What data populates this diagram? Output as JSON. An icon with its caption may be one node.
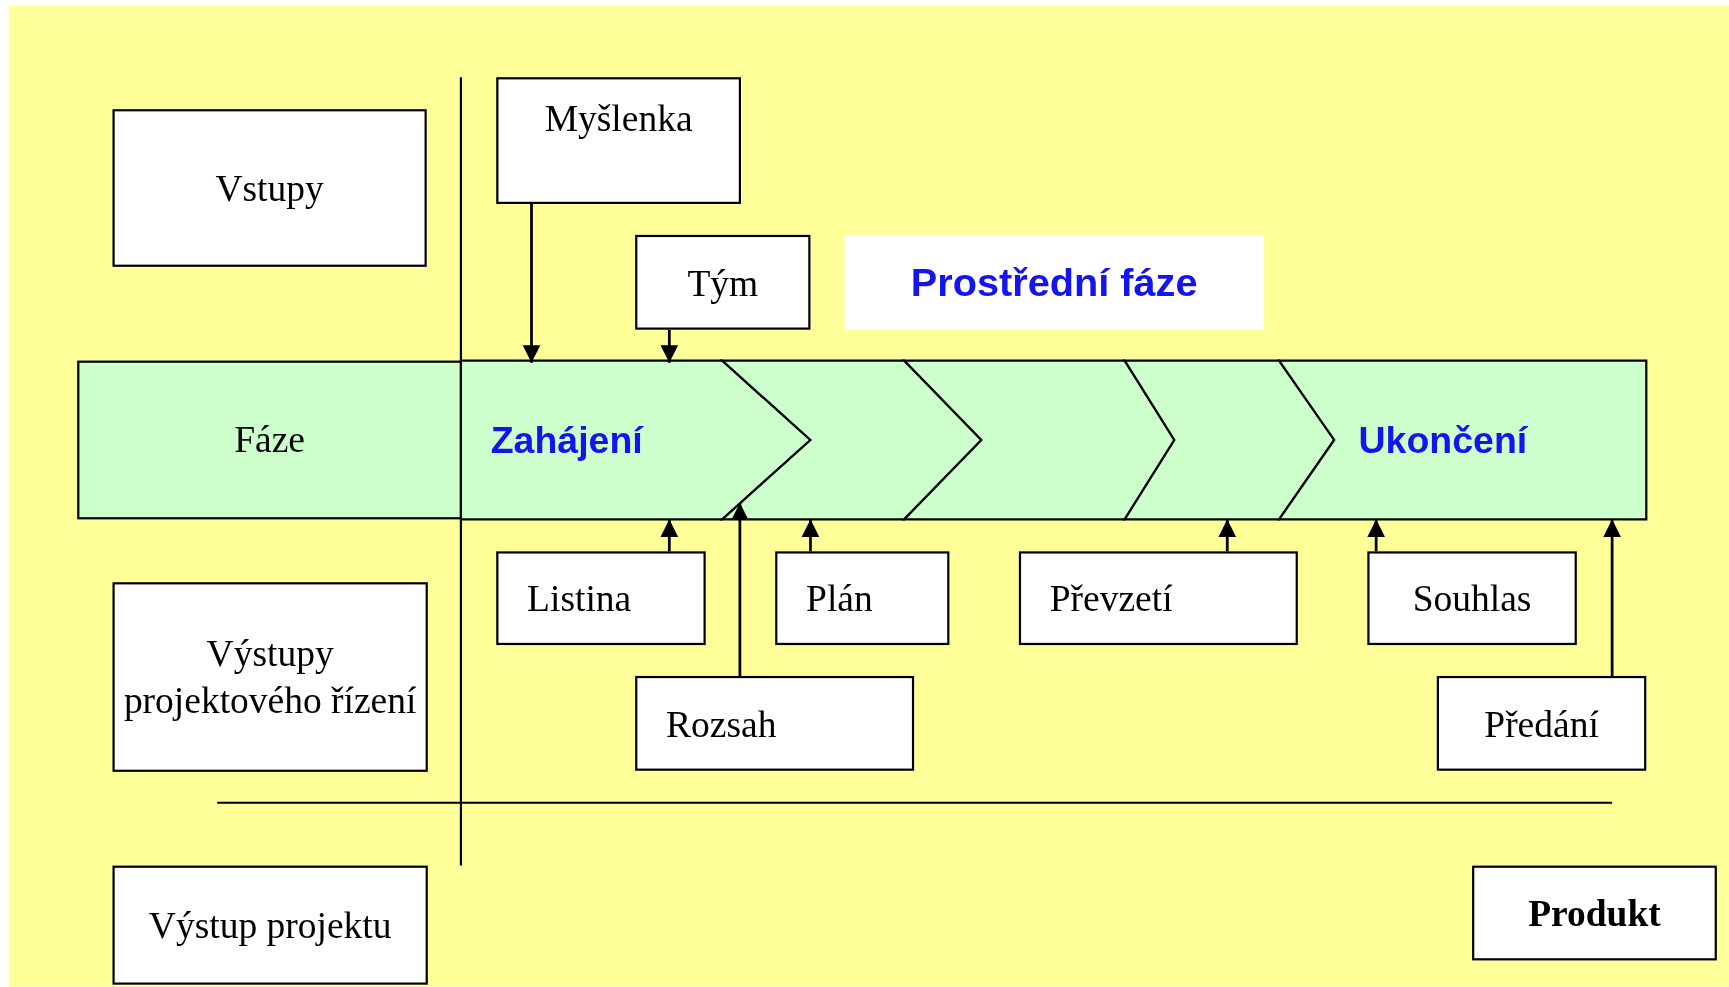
{
  "diagram": {
    "nodes": [
      {
        "text": [
          "Vstupy"
        ]
      },
      {
        "text": [
          "Myšlenka"
        ]
      },
      {
        "text": [
          "Tým"
        ]
      },
      {
        "text": [
          "Prostřední fáze"
        ]
      },
      {
        "text": [
          "Fáze"
        ]
      },
      {
        "text": [
          "Zahájení"
        ]
      },
      {
        "text": [],
        "shape": "chevron"
      },
      {
        "text": [],
        "shape": "chevron"
      },
      {
        "text": [],
        "shape": "chevron"
      },
      {
        "text": [
          "Ukončení"
        ]
      },
      {
        "text": [
          "Listina"
        ]
      },
      {
        "text": [
          "Plán"
        ]
      },
      {
        "text": [
          "Převzetí"
        ]
      },
      {
        "text": [
          "Souhlas"
        ]
      },
      {
        "text": [
          "Výstupy projektového řízení"
        ]
      },
      {
        "text": [
          "Rozsah"
        ]
      },
      {
        "text": [
          "Předání"
        ]
      },
      {
        "text": [
          "Výstup projektu"
        ]
      },
      {
        "text": [
          "Produkt"
        ]
      }
    ],
    "edges": [
      {
        "from": 1,
        "to": 5,
        "arrow": "to"
      },
      {
        "from": 2,
        "to": 5,
        "arrow": "to"
      },
      {
        "from": 10,
        "to": 5,
        "arrow": "to"
      },
      {
        "from": 15,
        "to": 5,
        "arrow": "to"
      },
      {
        "from": 11,
        "to": 6,
        "arrow": "to"
      },
      {
        "from": 12,
        "to": 8,
        "arrow": "to"
      },
      {
        "from": 13,
        "to": 9,
        "arrow": "to"
      },
      {
        "from": 16,
        "to": 9,
        "arrow": "to"
      }
    ]
  }
}
